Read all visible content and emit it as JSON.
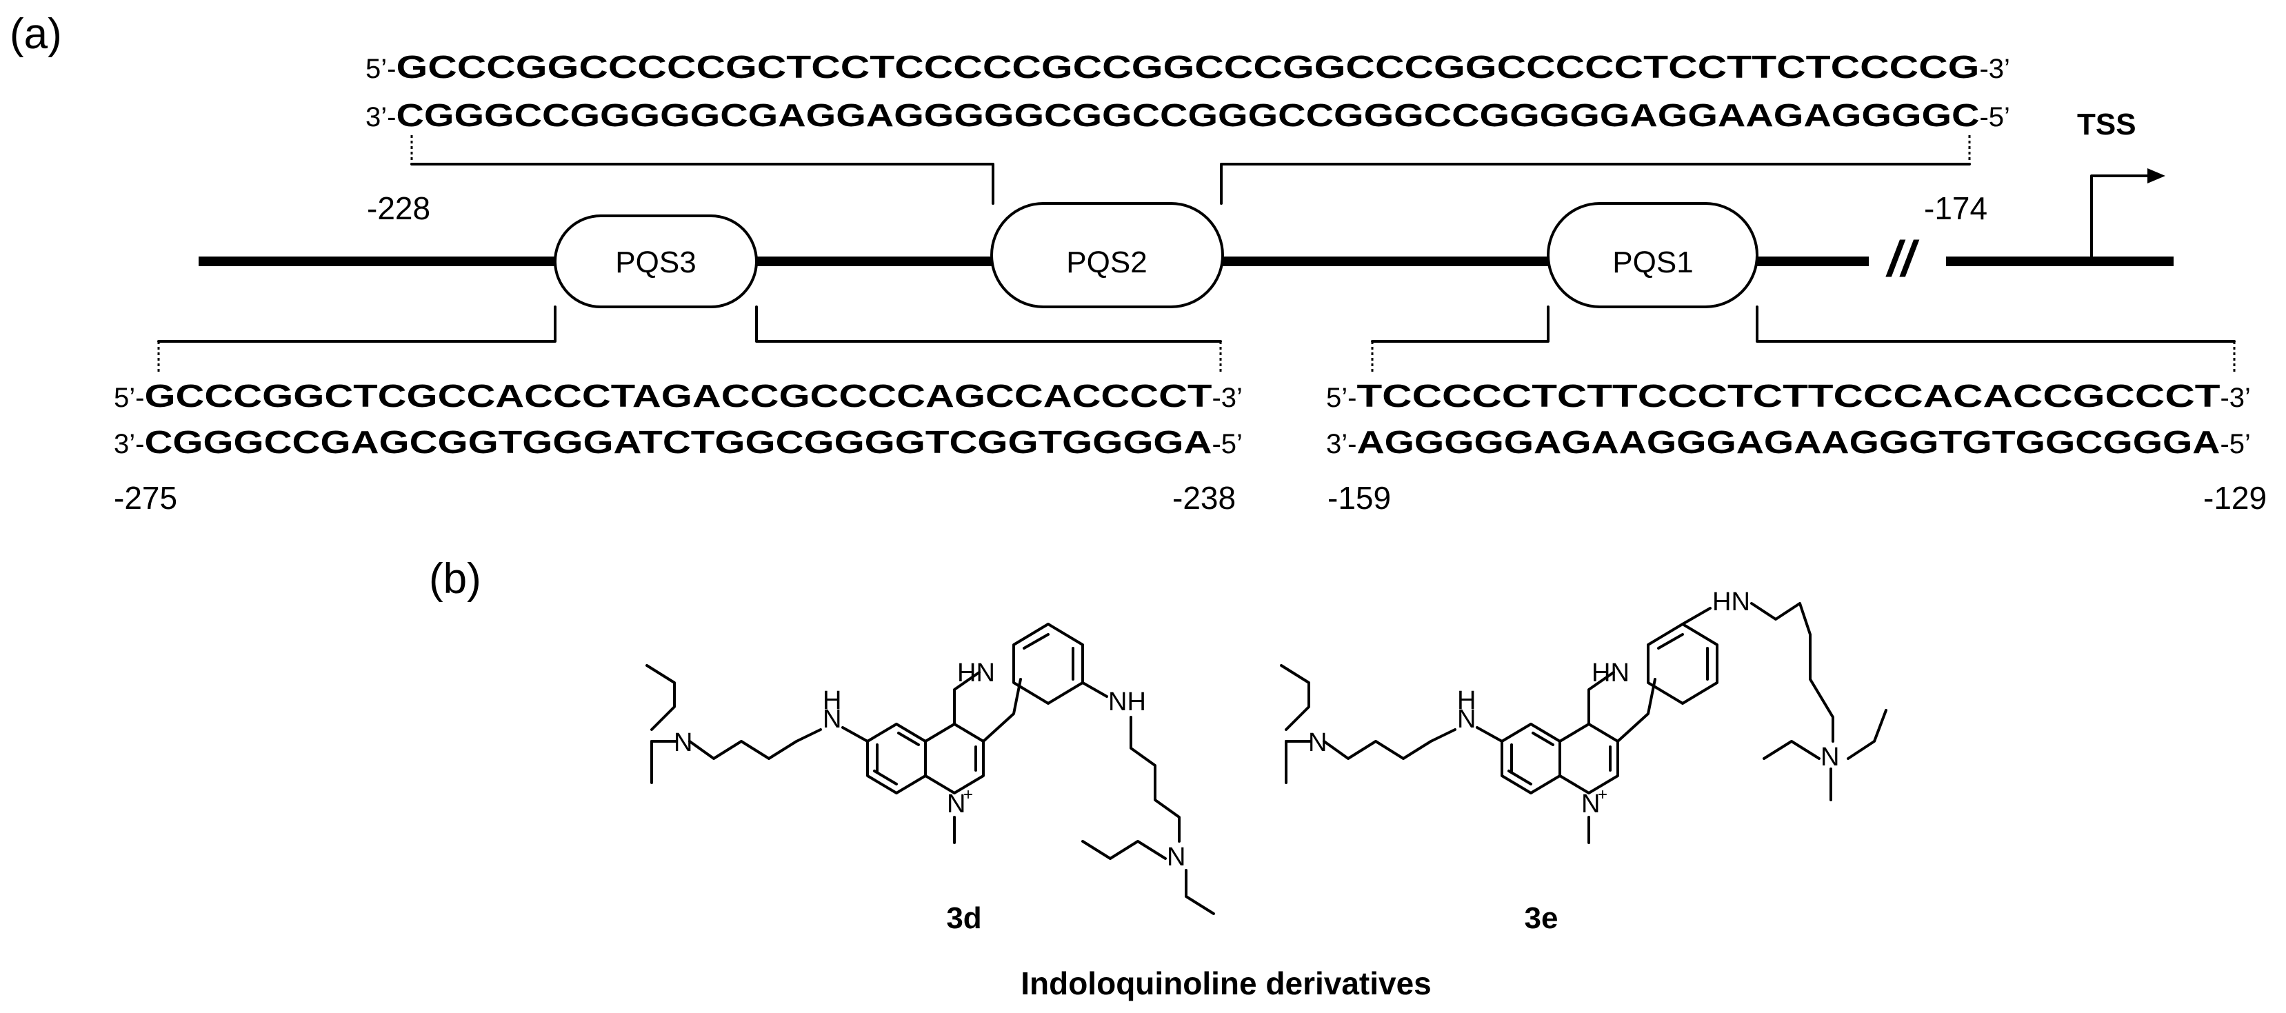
{
  "panel_a": {
    "label": "(a)",
    "tss_label": "TSS",
    "break_symbol": "//",
    "pqs_boxes": [
      {
        "label": "PQS3"
      },
      {
        "label": "PQS2"
      },
      {
        "label": "PQS1"
      }
    ],
    "top_sequence": {
      "strand1_prefix": "5’-",
      "strand1_seq": "GCCCGGCCCCCGCTCCTCCCCCGCCGGCCCGGCCCGGCCCCCTCCTTCTCCCCG",
      "strand1_suffix": "-3’",
      "strand2_prefix": "3’-",
      "strand2_seq": "CGGGCCGGGGGCGAGGAGGGGGCGGCCGGGCCGGGCCGGGGGAGGAAGAGGGGC",
      "strand2_suffix": "-5’",
      "start_pos": "-228",
      "end_pos": "-174"
    },
    "left_sequence": {
      "strand1_prefix": "5’-",
      "strand1_seq": "GCCCGGCTCGCCACCCTAGACCGCCCCAGCCACCCCT",
      "strand1_suffix": "-3’",
      "strand2_prefix": "3’-",
      "strand2_seq": "CGGGCCGAGCGGTGGGATCTGGCGGGGTCGGTGGGGA",
      "strand2_suffix": "-5’",
      "start_pos": "-275",
      "end_pos": "-238"
    },
    "right_sequence": {
      "strand1_prefix": "5’-",
      "strand1_seq": "TCCCCCTCTTCCCTCTTCCCACACCGCCCT",
      "strand1_suffix": "-3’",
      "strand2_prefix": "3’-",
      "strand2_seq": "AGGGGGAGAAGGGAGAAGGGTGTGGCGGGA",
      "strand2_suffix": "-5’",
      "start_pos": "-159",
      "end_pos": "-129"
    }
  },
  "panel_b": {
    "label": "(b)",
    "compounds": [
      {
        "name": "3d"
      },
      {
        "name": "3e"
      }
    ],
    "caption": "Indoloquinoline derivatives",
    "atoms": {
      "nitrogen": "N",
      "amine": "H",
      "indole_nh": "HN",
      "side_nh": "NH",
      "ring_plus": "+"
    }
  }
}
